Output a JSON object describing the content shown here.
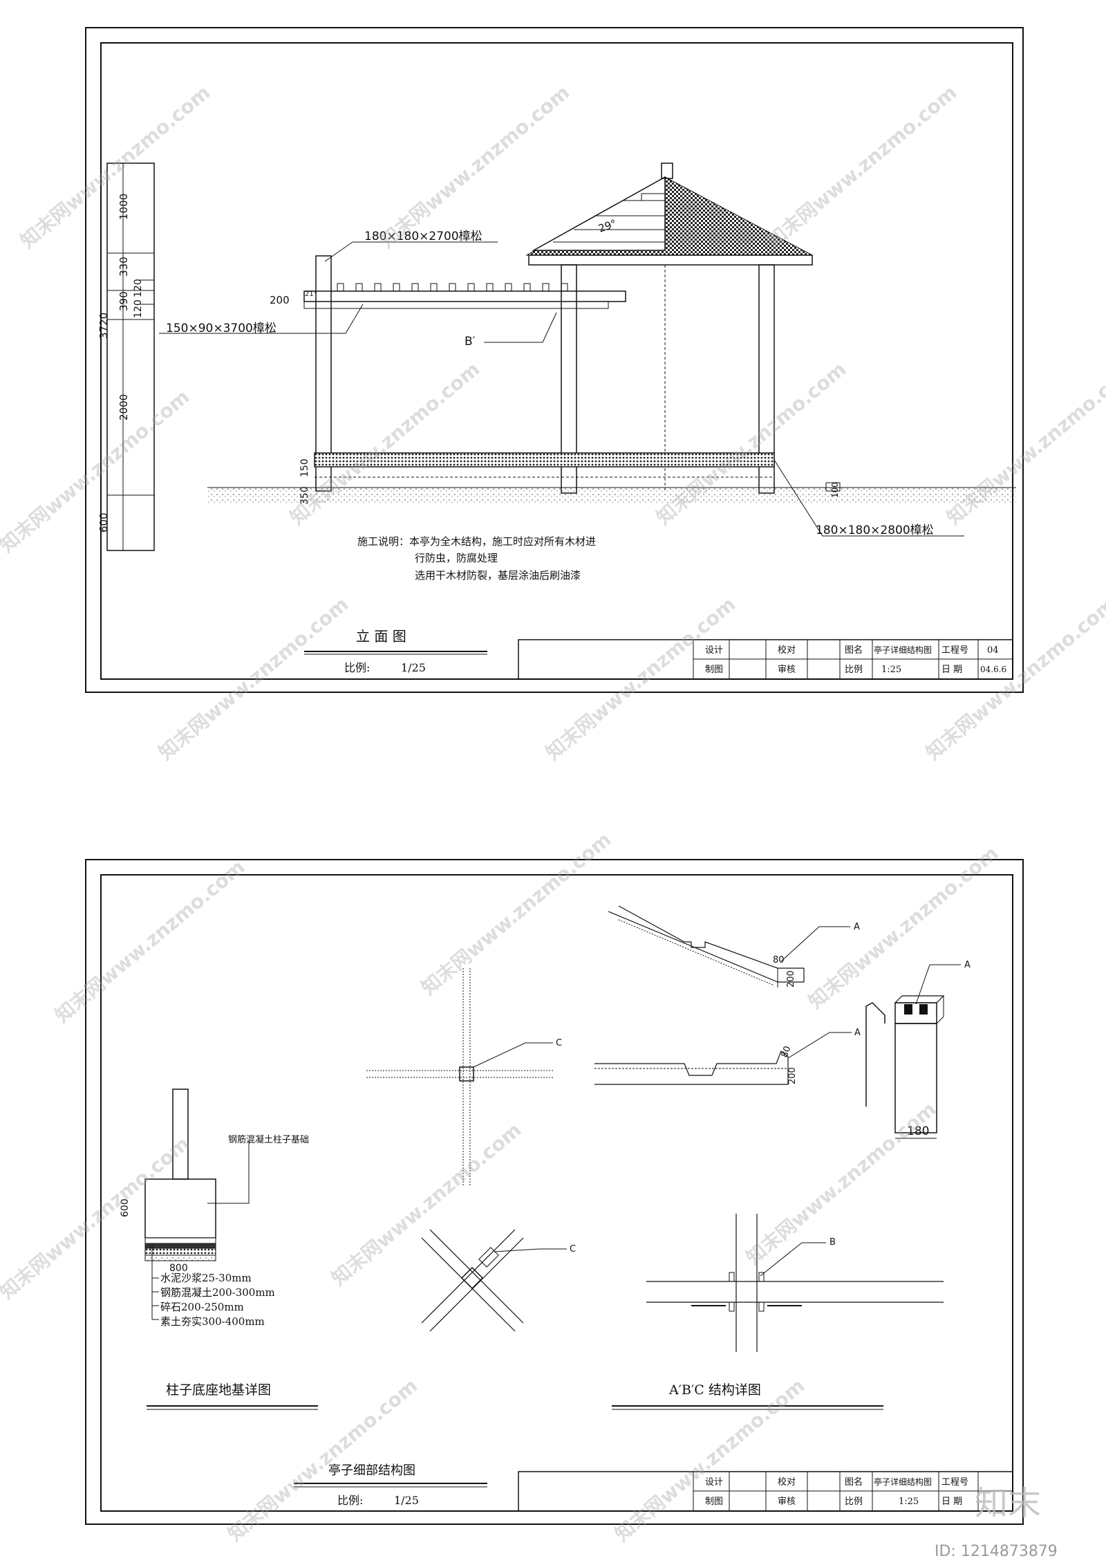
{
  "sheet1": {
    "elevation_title": "立 面 图",
    "scale_label": "比例:",
    "scale_value": "1/25",
    "notes": [
      "施工说明：本亭为全木结构，施工时应对所有木材进",
      "行防虫，防腐处理",
      "选用干木材防裂，基层涂油后刷油漆"
    ],
    "labels": {
      "beam_top": "180×180×2700樟松",
      "beam_mid": "150×90×3700樟松",
      "post": "180×180×2800樟松",
      "b_prime": "B′",
      "angle": "29°",
      "angle_small": "21°",
      "dim_200": "200",
      "dim_100": "100"
    },
    "dimensions": {
      "total": "3720",
      "d1000": "1000",
      "d330": "330",
      "d390": "390",
      "d120a": "120",
      "d120b": "120",
      "d2000": "2000",
      "d350": "350",
      "d150": "150",
      "d600": "600"
    },
    "title_block": {
      "design": "设计",
      "drawn": "制图",
      "check": "校对",
      "review": "审核",
      "name_label": "图名",
      "name_value": "亭子详细结构图",
      "scale_label": "比例",
      "scale_value": "1:25",
      "proj_label": "工程号",
      "proj_value": "04",
      "date_label": "日  期",
      "date_value": "04.6.6"
    }
  },
  "sheet2": {
    "main_title": "亭子细部结构图",
    "scale_label": "比例:",
    "scale_value": "1/25",
    "foundation_title": "柱子底座地基详图",
    "structure_title": "A′B′C    结构详图",
    "foundation_label": "钢筋混凝土柱子基础",
    "layers": [
      "水泥沙浆25-30mm",
      "钢筋混凝土200-300mm",
      "碎石200-250mm",
      "素土夯实300-400mm"
    ],
    "dims": {
      "d600": "600",
      "d800": "800",
      "d80a": "80",
      "d200a": "200",
      "d80b": "80",
      "d200b": "200",
      "d180": "180"
    },
    "callouts": {
      "a1": "A",
      "a2": "A",
      "a3": "A",
      "c1": "C",
      "c2": "C",
      "b": "B"
    },
    "title_block": {
      "design": "设计",
      "drawn": "制图",
      "check": "校对",
      "review": "审核",
      "name_label": "图名",
      "name_value": "亭子详细结构图",
      "scale_label": "比例",
      "scale_value": "1:25",
      "proj_label": "工程号",
      "date_label": "日  期"
    }
  },
  "watermark": {
    "text": "知末网www.znzmo.com",
    "logo": "知末",
    "id": "ID: 1214873879"
  }
}
